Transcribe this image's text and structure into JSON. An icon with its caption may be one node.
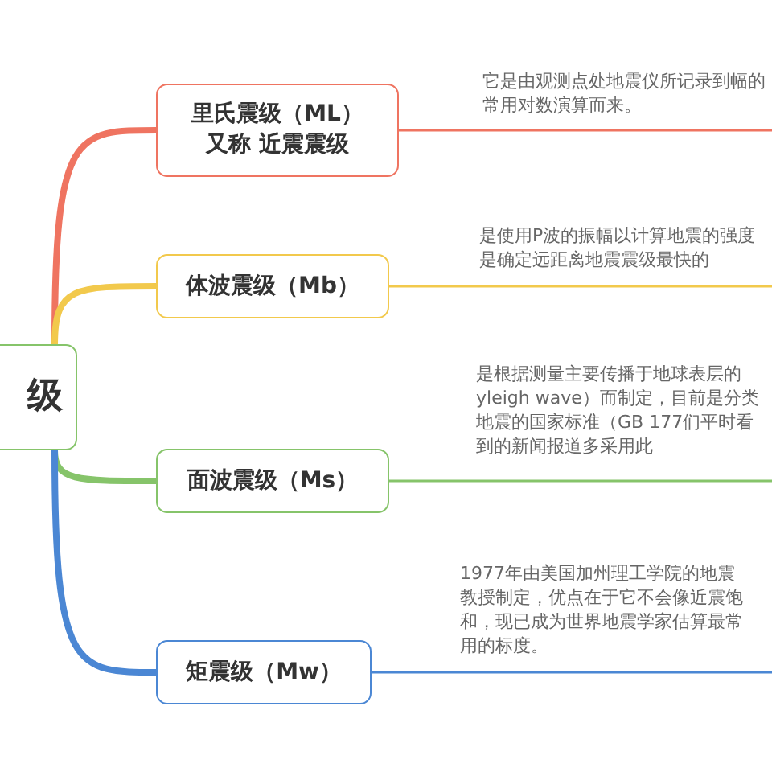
{
  "diagram": {
    "nodes": [
      {
        "text": [
          "级"
        ]
      },
      {
        "text": [
          "里氏震级（ML）",
          "又称 近震震级"
        ]
      },
      {
        "text": [
          "体波震级（Mb）"
        ]
      },
      {
        "text": [
          "面波震级（Ms）"
        ]
      },
      {
        "text": [
          "矩震级（Mw）"
        ]
      }
    ],
    "edges": [
      {
        "from": 0,
        "to": 1,
        "arrow": "none",
        "style": "thick",
        "color": "#ef7461"
      },
      {
        "from": 0,
        "to": 2,
        "arrow": "none",
        "style": "thick",
        "color": "#f2c94c"
      },
      {
        "from": 0,
        "to": 3,
        "arrow": "none",
        "style": "thick",
        "color": "#86c46a"
      },
      {
        "from": 0,
        "to": 4,
        "arrow": "none",
        "style": "thick",
        "color": "#4b87d4"
      },
      {
        "from": 1,
        "to": null,
        "arrow": "none",
        "color": "#ef7461"
      },
      {
        "from": 2,
        "to": null,
        "arrow": "none",
        "color": "#f2c94c"
      },
      {
        "from": 3,
        "to": null,
        "arrow": "none",
        "color": "#86c46a"
      },
      {
        "from": 4,
        "to": null,
        "arrow": "none",
        "color": "#4b87d4"
      }
    ],
    "labels": [
      "它是由观测点处地震仪所记录到幅的常用对数演算而来。",
      "是使用P波的振幅以计算地震的强度是确定远距离地震震级最快的",
      "是根据测量主要传播于地球表层的yleigh wave）而制定，目前是分类地震的国家标准（GB 177们平时看到的新闻报道多采用此",
      "1977年由美国加州理工学院的地震教授制定，优点在于它不会像近震饱和，现已成为世界地震学家估算最常用的标度。"
    ]
  }
}
